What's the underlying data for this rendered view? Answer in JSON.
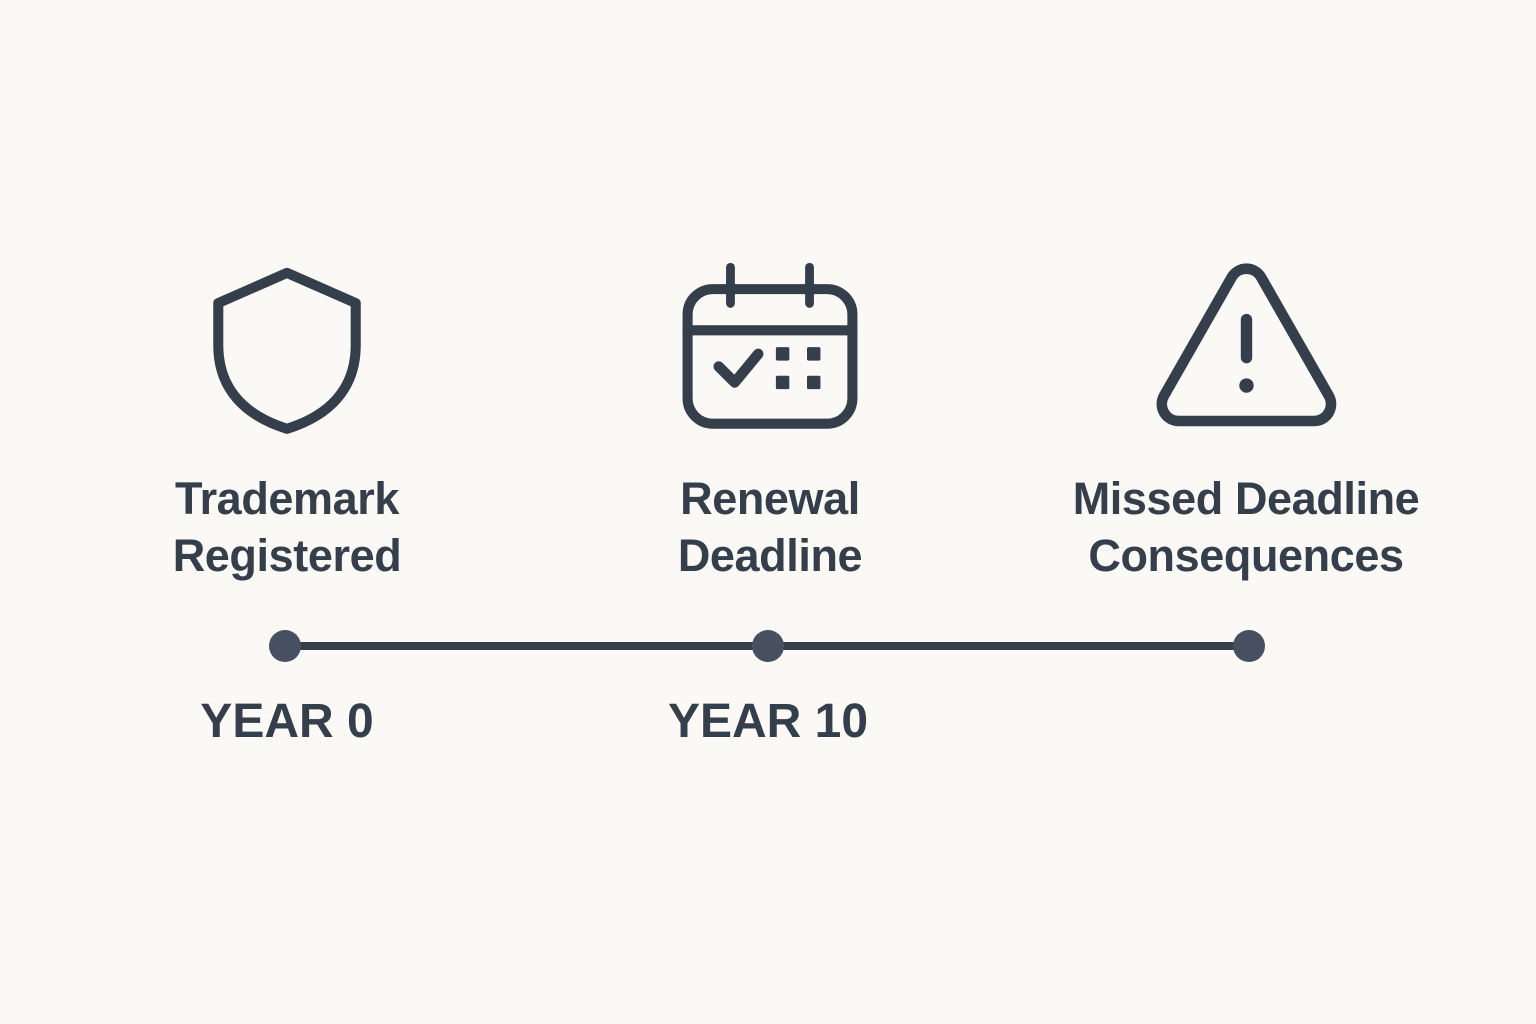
{
  "colors": {
    "background": "#FAF9F5",
    "ink": "#353E4B",
    "dot": "#475060"
  },
  "milestones": [
    {
      "icon": "shield-icon",
      "title_lines": [
        "Trademark",
        "Registered"
      ],
      "year_label": "YEAR 0"
    },
    {
      "icon": "calendar-check-icon",
      "title_lines": [
        "Renewal",
        "Deadline"
      ],
      "year_label": "YEAR 10"
    },
    {
      "icon": "warning-triangle-icon",
      "title_lines": [
        "Missed Deadline",
        "Consequences"
      ],
      "year_label": ""
    }
  ]
}
